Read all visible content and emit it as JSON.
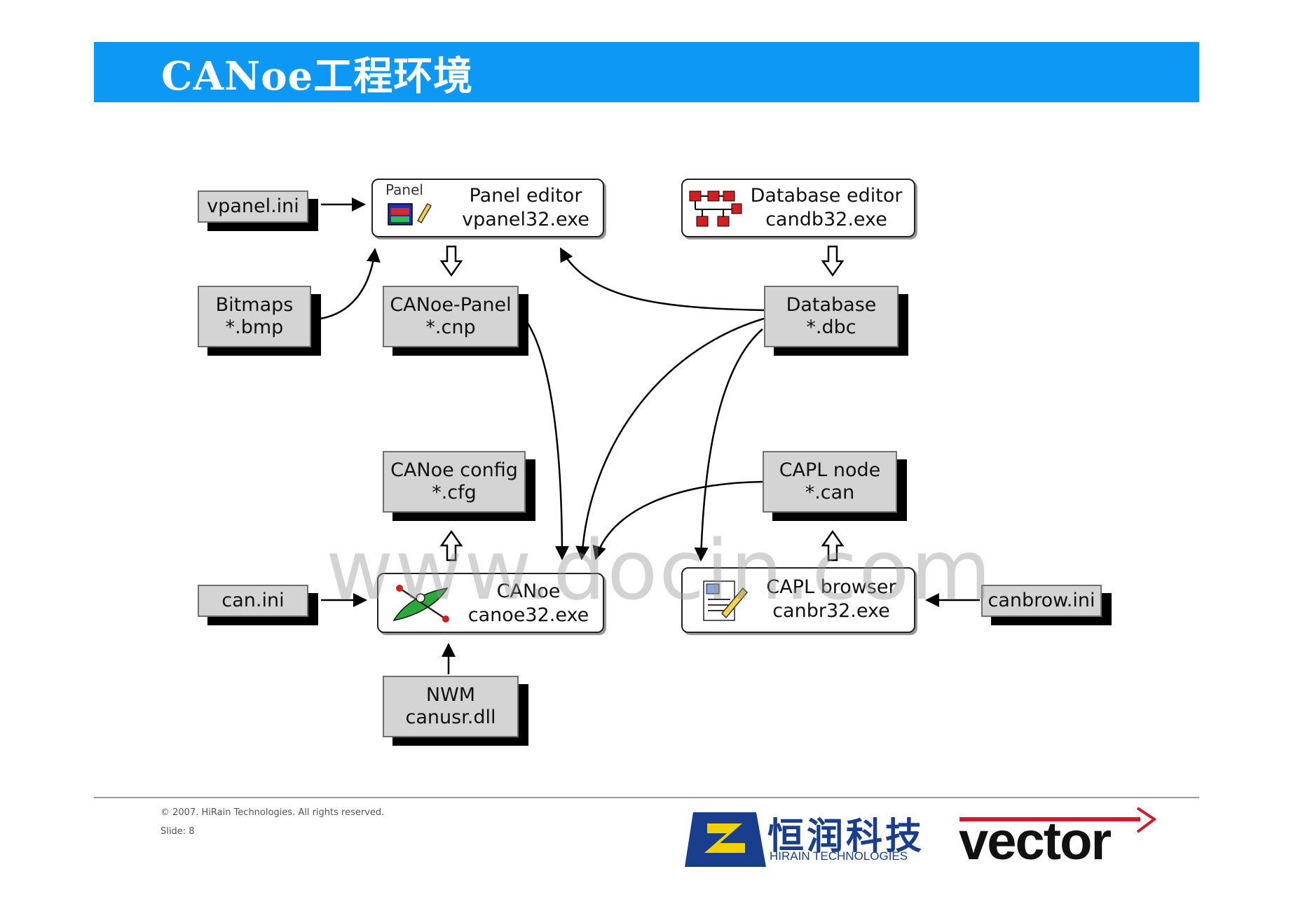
{
  "title": "CANoe工程环境",
  "boxes": {
    "vpanel_ini": "vpanel.ini",
    "bitmaps": {
      "line1": "Bitmaps",
      "line2": "*.bmp"
    },
    "canoe_panel": {
      "line1": "CANoe-Panel",
      "line2": "*.cnp"
    },
    "database": {
      "line1": "Database",
      "line2": "*.dbc"
    },
    "canoe_config": {
      "line1": "CANoe config",
      "line2": "*.cfg"
    },
    "capl_node": {
      "line1": "CAPL node",
      "line2": "*.can"
    },
    "can_ini": "can.ini",
    "canbrow_ini": "canbrow.ini",
    "nwm": {
      "line1": "NWM",
      "line2": "canusr.dll"
    }
  },
  "tools": {
    "panel_editor": {
      "icon_label": "Panel",
      "line1": "Panel editor",
      "line2": "vpanel32.exe"
    },
    "database_editor": {
      "line1": "Database editor",
      "line2": "candb32.exe"
    },
    "canoe": {
      "line1": "CANoe",
      "line2": "canoe32.exe"
    },
    "capl_browser": {
      "line1": "CAPL browser",
      "line2": "canbr32.exe"
    }
  },
  "watermark": "www.docin.com",
  "footer": {
    "copyright": "© 2007. HiRain Technologies. All rights reserved.",
    "slide": "Slide: 8"
  },
  "logos": {
    "hirain_cn": "恒润科技",
    "hirain_en": "HIRAIN TECHNOLOGIES",
    "vector": "vector"
  },
  "colors": {
    "header": "#0d98f5",
    "box_fill": "#d4d4d4",
    "hirain_blue": "#1a3e8e",
    "vector_red": "#d4172a"
  }
}
